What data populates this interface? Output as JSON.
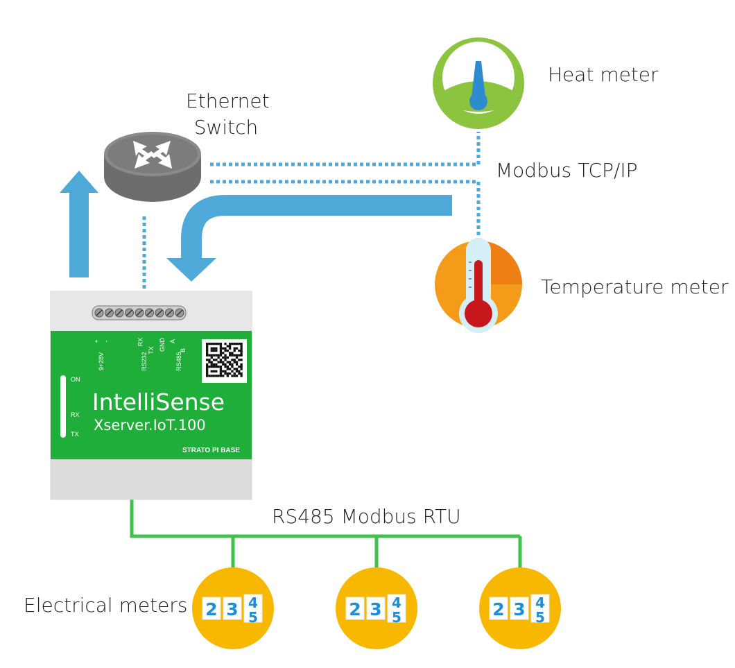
{
  "labels": {
    "ethernet_switch_line1": "Ethernet",
    "ethernet_switch_line2": "Switch",
    "heat_meter": "Heat meter",
    "modbus_tcp": "Modbus TCP/IP",
    "temperature_meter": "Temperature meter",
    "rs485": "RS485 Modbus RTU",
    "electrical_meters": "Electrical meters"
  },
  "device": {
    "brand": "IntelliSense",
    "model": "Xserver.IoT.100",
    "base": "STRATO PI BASE",
    "led_on": "ON",
    "led_rx": "RX",
    "led_tx": "TX",
    "pin_plus": "+",
    "pin_minus": "-",
    "pin_rx": "RX",
    "pin_tx": "TX",
    "pin_gnd": "GND",
    "pin_a": "A",
    "pin_b": "B",
    "power_label": "9+28V",
    "rs232_label": "RS232",
    "rs485_label": "RS485"
  },
  "meter_digits": [
    "2",
    "3",
    "4",
    "5"
  ],
  "colors": {
    "link_blue": "#4fa9d8",
    "bus_green": "#3fc34a",
    "board_green": "#1fae3a",
    "meter_yellow": "#f9b800",
    "heat_green": "#8cc43f",
    "temp_orange": "#f59b1a"
  }
}
